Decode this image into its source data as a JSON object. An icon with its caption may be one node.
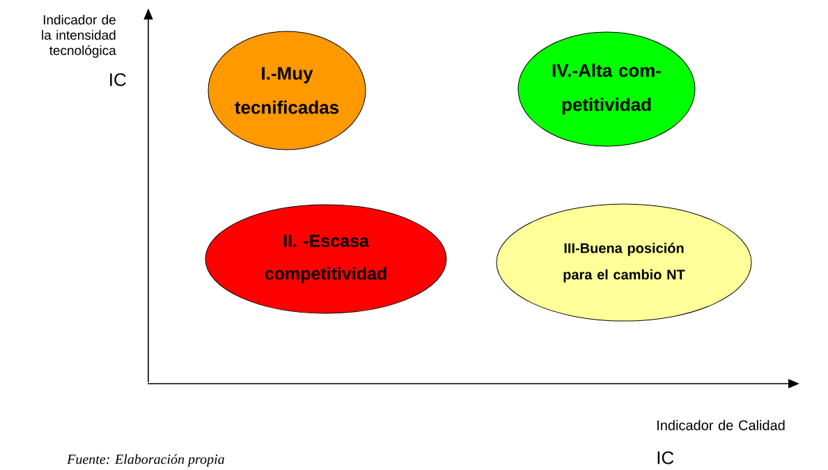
{
  "diagram": {
    "caption": "Fuente: Elaboración propia",
    "nodes": [
      {
        "text": [
          "I.-Muy tecnificadas"
        ]
      },
      {
        "text": [
          "IV.-Alta com- petitividad"
        ]
      },
      {
        "text": [
          "II. -Escasa competitividad"
        ]
      },
      {
        "text": [
          "III-Buena posición para el cambio NT"
        ]
      }
    ],
    "edges": [],
    "labels": [
      "Indicador de la intensidad tecnológica",
      "IC",
      "Indicador de Calidad",
      "IC"
    ]
  }
}
